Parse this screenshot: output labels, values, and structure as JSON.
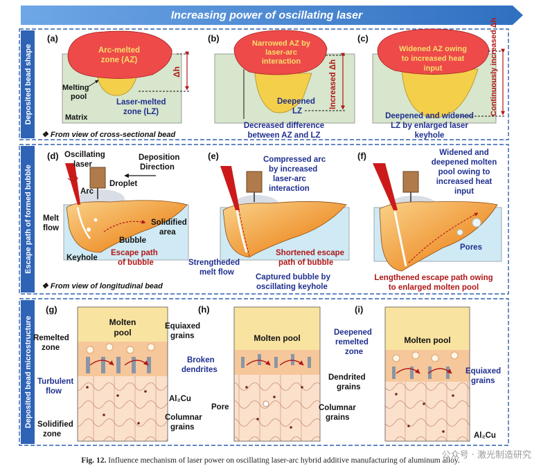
{
  "banner": {
    "title": "Increasing power of oscillating laser",
    "color": "#2f6fc0"
  },
  "rows": [
    {
      "title": "Deposited bead shape"
    },
    {
      "title": "Escape path of formed bubble"
    },
    {
      "title": "Deposited bead microstructure"
    }
  ],
  "row1": {
    "a": {
      "tag": "(a)",
      "az": [
        "Arc-melted",
        "zone (AZ)"
      ],
      "melting": [
        "Melting",
        "pool"
      ],
      "lz": [
        "Laser-melted",
        "zone (LZ)"
      ],
      "matrix": "Matrix",
      "dh": "Δh"
    },
    "b": {
      "tag": "(b)",
      "az": [
        "Narrowed AZ by",
        "laser-arc",
        "interaction"
      ],
      "dh_rot": "Increased Δh",
      "deep": [
        "Deepened",
        "LZ"
      ],
      "note": [
        "Decreased difference",
        "between AZ and LZ"
      ]
    },
    "c": {
      "tag": "(c)",
      "az": [
        "Widened AZ owing",
        "to increased heat",
        "input"
      ],
      "dh_rot": "Continuously increased Δh",
      "note": [
        "Deepened and widened",
        "LZ by enlarged laser",
        "keyhole"
      ]
    },
    "footnote": "❖ From view of cross-sectional bead"
  },
  "row2": {
    "d": {
      "tag": "(d)",
      "osc": [
        "Oscillating",
        "laser"
      ],
      "dir": [
        "Deposition",
        "Direction"
      ],
      "arc": "Arc",
      "droplet": "Droplet",
      "melt": [
        "Melt",
        "flow"
      ],
      "solid": [
        "Solidified",
        "area"
      ],
      "bubble": "Bubble",
      "keyhole": "Keyhole",
      "escape": [
        "Escape path",
        "of bubble"
      ]
    },
    "e": {
      "tag": "(e)",
      "comp": [
        "Compressed arc",
        "by increased",
        "laser-arc",
        "interaction"
      ],
      "short": [
        "Shortened escape",
        "path of bubble"
      ],
      "strength": [
        "Strengtheded",
        "melt flow"
      ],
      "capt": [
        "Captured bubble by",
        "oscillating keyhole"
      ]
    },
    "f": {
      "tag": "(f)",
      "widened": [
        "Widened and",
        "deepened molten",
        "pool owing to",
        "increased heat",
        "input"
      ],
      "pores": "Pores",
      "length": [
        "Lengthened escape path owing",
        "to enlarged molten pool"
      ]
    },
    "footnote": "❖ From view of longitudinal bead"
  },
  "row3": {
    "g": {
      "tag": "(g)",
      "molten": [
        "Molten",
        "pool"
      ],
      "equiaxed": [
        "Equiaxed",
        "grains"
      ],
      "remelted": [
        "Remelted",
        "zone"
      ],
      "turbulent": [
        "Turbulent",
        "flow"
      ],
      "al2cu": "Al₂Cu",
      "solidified": [
        "Solidified",
        "zone"
      ],
      "columnar": [
        "Columnar",
        "grains"
      ]
    },
    "h": {
      "tag": "(h)",
      "molten": "Molten pool",
      "broken": [
        "Broken",
        "dendrites"
      ],
      "pore": "Pore",
      "columnar": [
        "Columnar",
        "grains"
      ]
    },
    "i": {
      "tag": "(i)",
      "molten": "Molten pool",
      "deepened": [
        "Deepened",
        "remelted",
        "zone"
      ],
      "equiaxed": [
        "Equiaxed",
        "grains"
      ],
      "dendrited": [
        "Dendrited",
        "grains"
      ],
      "al2cu": "Al₂Cu"
    }
  },
  "caption": {
    "fig": "Fig. 12.",
    "text": "Influence mechanism of laser power on oscillating laser-arc hybrid additive manufacturing of aluminum alloy."
  },
  "watermark": "公众号 · 激光制造研究",
  "colors": {
    "navy": "#1f2f8f",
    "red": "#b01818",
    "az": "#ee4a4a",
    "lz": "#f4cf4a",
    "matrix": "#d7e6cc",
    "water": "#cfeaf4",
    "tab": "#2e63b6",
    "pool": "#f9e3a0",
    "remelt": "#f6c79a",
    "solid": "#fbe3cf"
  }
}
